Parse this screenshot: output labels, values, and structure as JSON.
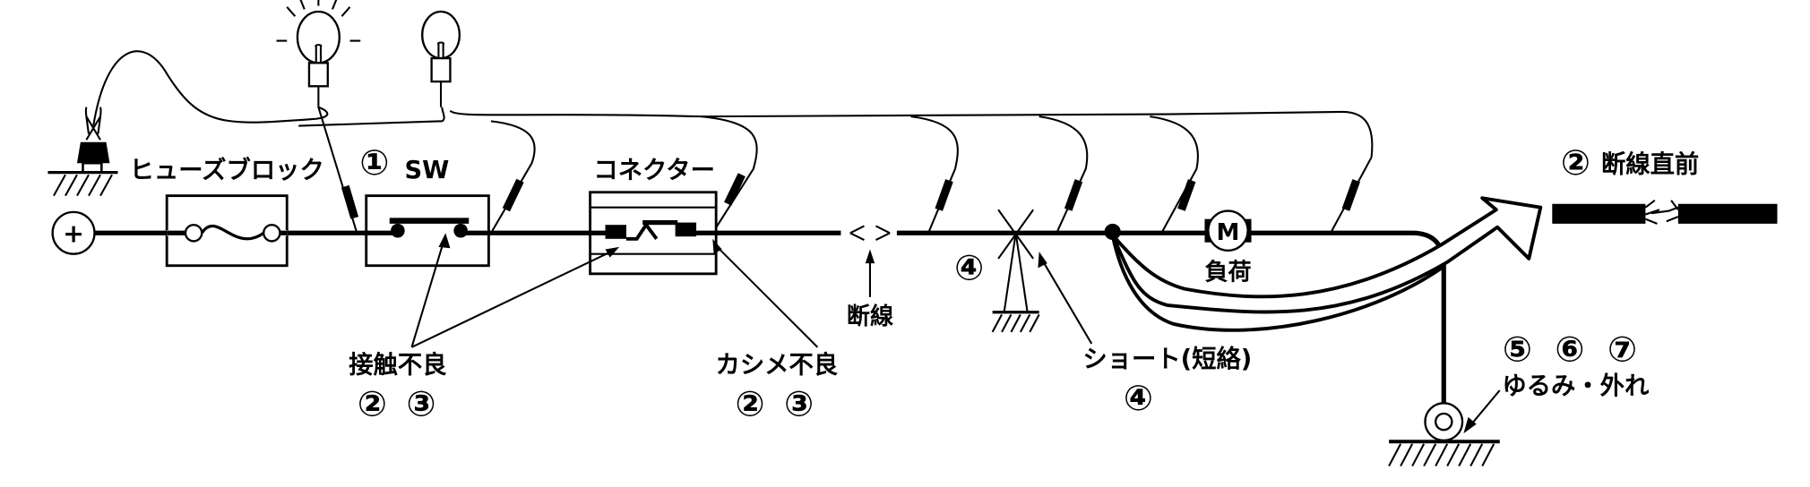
{
  "labels": {
    "fuse_block": "ヒューズブロック",
    "switch": "SW",
    "connector": "コネクター",
    "open_circuit": "断線",
    "load": "負荷",
    "motor": "M",
    "plus": "+",
    "contact_failure": "接触不良",
    "crimp_failure": "カシメ不良",
    "short_circuit": "ショート(短絡)",
    "near_break": "断線直前",
    "loose_detached": "ゆるみ・外れ"
  },
  "markers": {
    "one": "①",
    "two": "②",
    "three": "③",
    "four": "④",
    "five": "⑤",
    "six": "⑥",
    "seven": "⑦"
  }
}
